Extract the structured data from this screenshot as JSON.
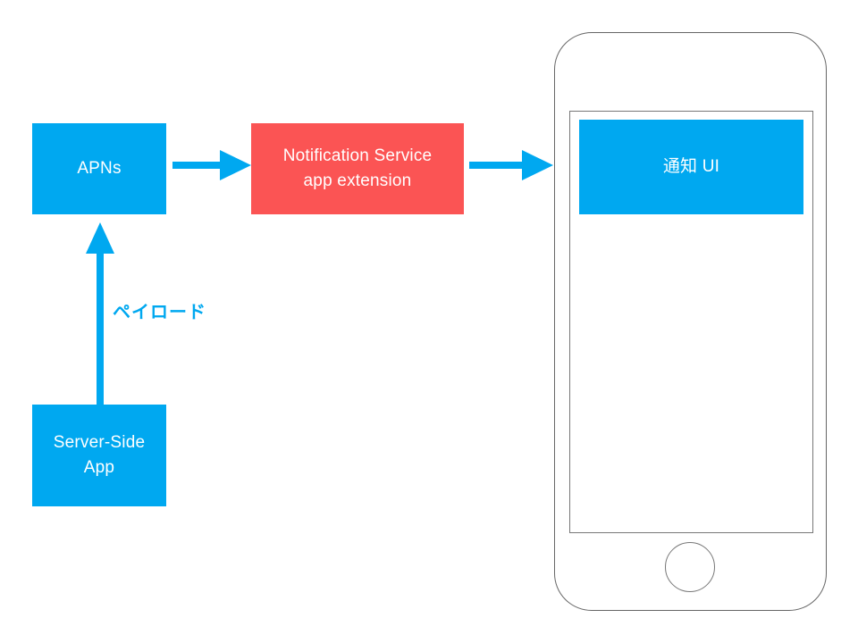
{
  "diagram": {
    "title": "APNs notification service app extension flow",
    "background_color": "#FFFFFF",
    "colors": {
      "blue": "#00A8F0",
      "red": "#FB5454",
      "node_text": "#FFFFFF",
      "arrow": "#00A8F0",
      "label_text": "#00A8F0",
      "phone_outline": "#666666"
    },
    "nodes": [
      {
        "id": "apns",
        "label": "APNs",
        "color": "#00A8F0",
        "text_color": "#FFFFFF"
      },
      {
        "id": "notification-service-extension",
        "label": "Notification Service\napp extension",
        "color": "#FB5454",
        "text_color": "#FFFFFF"
      },
      {
        "id": "server-side-app",
        "label": "Server-Side\nApp",
        "color": "#00A8F0",
        "text_color": "#FFFFFF"
      },
      {
        "id": "notification-ui",
        "label": "通知 UI",
        "color": "#00A8F0",
        "text_color": "#FFFFFF"
      }
    ],
    "edges": [
      {
        "id": "server-to-apns",
        "from": "server-side-app",
        "to": "apns",
        "label": "ペイロード",
        "direction": "up",
        "color": "#00A8F0"
      },
      {
        "id": "apns-to-extension",
        "from": "apns",
        "to": "notification-service-extension",
        "label": "",
        "direction": "right",
        "color": "#00A8F0"
      },
      {
        "id": "extension-to-device",
        "from": "notification-service-extension",
        "to": "device",
        "label": "",
        "direction": "right",
        "color": "#00A8F0"
      }
    ],
    "device": {
      "id": "iphone",
      "name": "iPhone",
      "screen_content": "通知 UI",
      "home_button": true
    }
  }
}
